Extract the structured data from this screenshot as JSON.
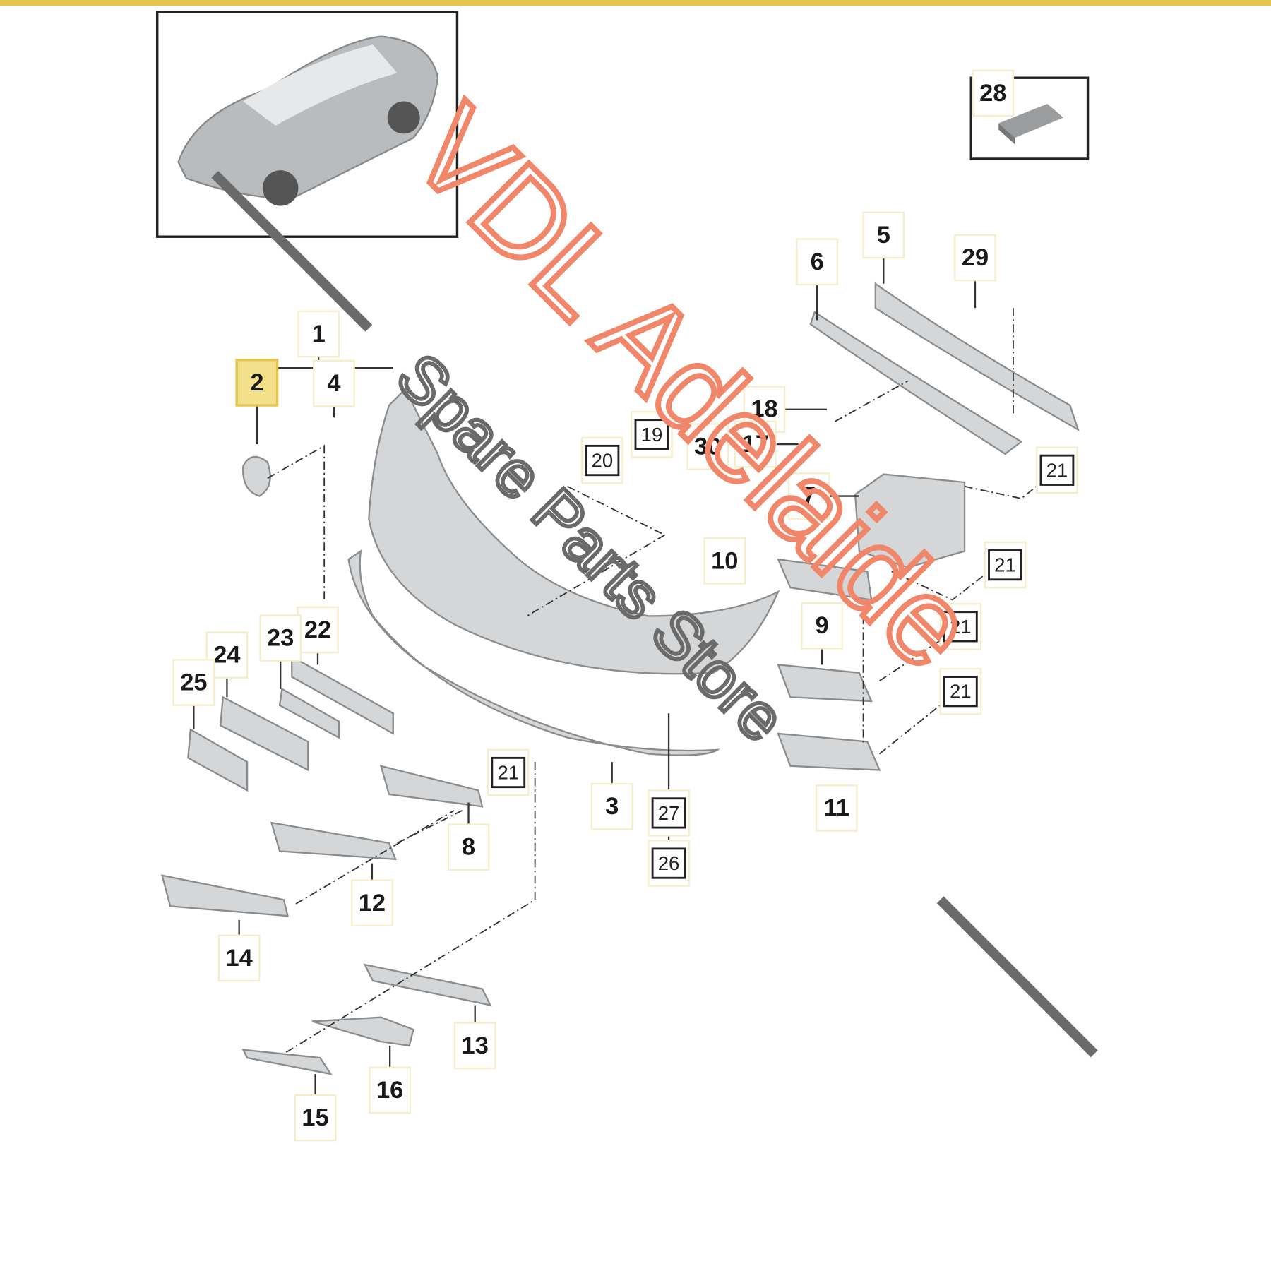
{
  "diagram": {
    "type": "exploded parts diagram",
    "highlight_color": "#f3e08a",
    "callouts": [
      "1",
      "2",
      "4",
      "6",
      "5",
      "29",
      "28",
      "18",
      "17",
      "30",
      "19",
      "20",
      "21",
      "7",
      "10",
      "21",
      "9",
      "21",
      "21",
      "11",
      "22",
      "23",
      "24",
      "25",
      "21",
      "3",
      "27",
      "26",
      "8",
      "12",
      "14",
      "13",
      "16",
      "15"
    ],
    "highlighted_callout": "2"
  },
  "watermark": {
    "brand": "VDL Adelaide",
    "tagline": "Spare Parts Store",
    "brand_color": "#f0876a",
    "tagline_color": "#6a6a6a"
  }
}
